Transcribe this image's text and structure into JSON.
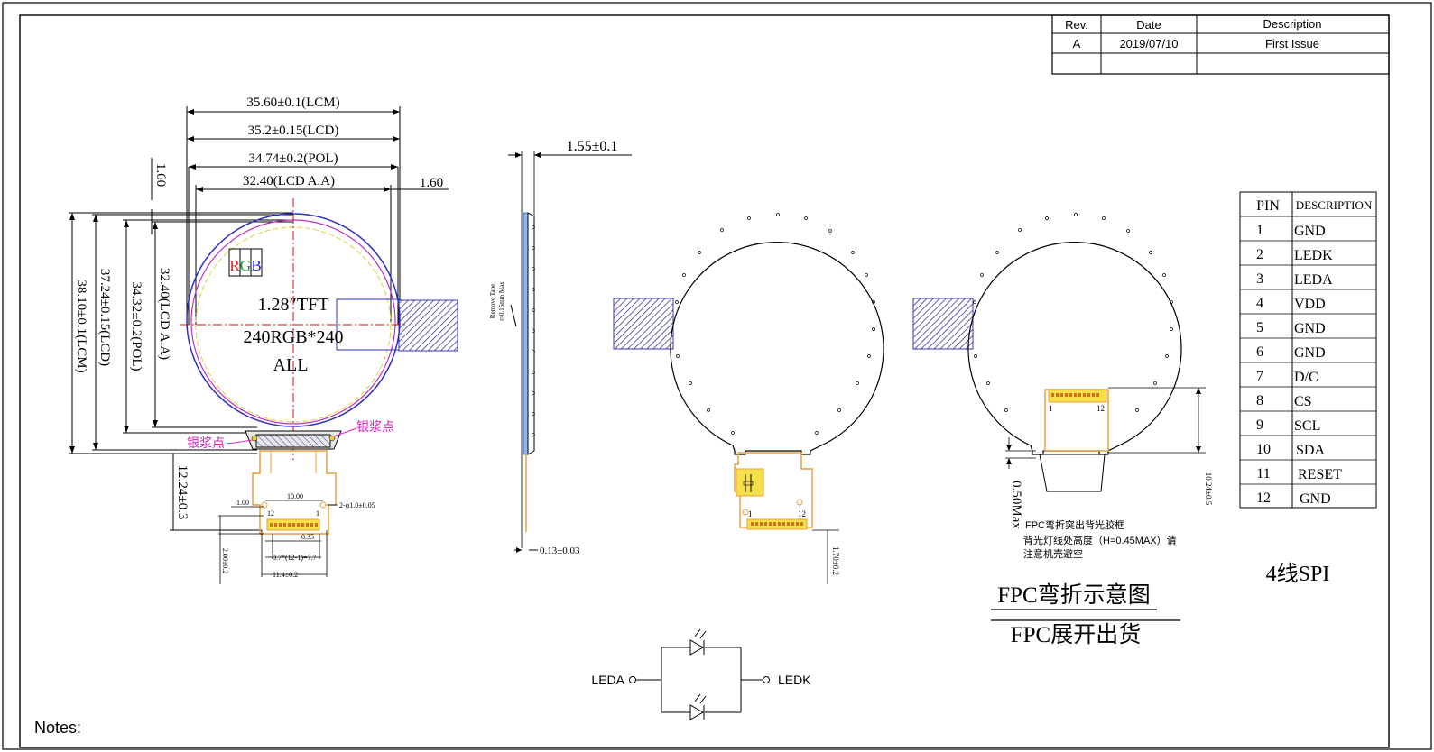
{
  "revision_table": {
    "headers": [
      "Rev.",
      "Date",
      "Description"
    ],
    "rows": [
      [
        "A",
        "2019/07/10",
        "First Issue"
      ]
    ]
  },
  "front_view": {
    "dim_lcm_width": "35.60±0.1(LCM)",
    "dim_lcd_width": "35.2±0.15(LCD)",
    "dim_pol_width": "34.74±0.2(POL)",
    "dim_aa_width": "32.40(LCD A.A)",
    "dim_left_offset": "1.60",
    "dim_right_offset": "1.60",
    "dim_lcm_height": "38.10±0.1(LCM)",
    "dim_lcd_height": "37.24±0.15(LCD)",
    "dim_pol_height": "34.32±0.2(POL)",
    "dim_aa_height": "32.40(LCD A.A)",
    "dim_fpc_length": "12.24±0.3",
    "rgb_r": "R",
    "rgb_g": "G",
    "rgb_b": "B",
    "label_size": "1.28″TFT",
    "label_res": "240RGB*240",
    "label_all": "ALL",
    "silver_left": "银浆点",
    "silver_right": "银浆点",
    "pin_12": "12",
    "pin_1": "1",
    "dim_1_00": "1.00",
    "dim_10_00": "10.00",
    "dim_hole": "2-φ1.0±0.05",
    "dim_0_35": "0.35",
    "dim_pitch": "0.7*(12-1)=7.7",
    "dim_11_4": "11.4±0.2",
    "dim_2_00": "2.00±0.2"
  },
  "side_view": {
    "dim_thickness": "1.55±0.1",
    "remove_tape": "Remove Tape",
    "tape_thk": "t≈0.15mm Max",
    "dim_fpc_thk": "0.13±0.03"
  },
  "bent_view": {
    "pin_1": "1",
    "pin_12": "12",
    "dim_1_70": "1.70±0.2"
  },
  "rear_view": {
    "pin_1": "1",
    "pin_12": "12",
    "dim_0_50": "0.50Max",
    "dim_10_24": "10.24±0.5",
    "note1": "FPC弯折突出背光胶框",
    "note2": "背光灯线处高度（H=0.45MAX）请",
    "note3": "注意机壳避空"
  },
  "captions": {
    "fpc_bend": "FPC弯折示意图",
    "fpc_unfold": "FPC展开出货"
  },
  "led_circuit": {
    "leda": "LEDA",
    "ledk": "LEDK"
  },
  "pin_table": {
    "headers": [
      "PIN",
      "DESCRIPTION"
    ],
    "rows": [
      [
        "1",
        "GND"
      ],
      [
        "2",
        "LEDK"
      ],
      [
        "3",
        "LEDA"
      ],
      [
        "4",
        "VDD"
      ],
      [
        "5",
        "GND"
      ],
      [
        "6",
        "GND"
      ],
      [
        "7",
        "D/C"
      ],
      [
        "8",
        "CS"
      ],
      [
        "9",
        "SCL"
      ],
      [
        "10",
        "SDA"
      ],
      [
        "11",
        "RESET"
      ],
      [
        "12",
        "GND"
      ]
    ]
  },
  "interface": "4线SPI",
  "notes_title": "Notes:",
  "colors": {
    "line": "#000000",
    "fpc": "#e8a040",
    "connector": "#f5e04a",
    "hatch": "#3a3aa8",
    "centerline": "#d01010",
    "outline_blue": "#3030c0",
    "outline_magenta": "#c030c0",
    "aa_yellow": "#e0d040",
    "annotation": "#e020c0"
  }
}
